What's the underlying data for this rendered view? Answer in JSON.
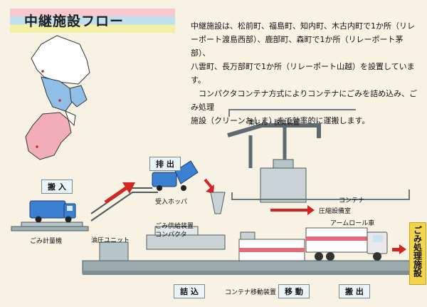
{
  "title": "中継施設フロー",
  "description": [
    "中継施設は、松前町、福島町、知内町、木古内町で1か所（リレ",
    "ーポート渡島西部）、鹿部町、森町で1か所（リレーポート茅部）、",
    "八雲町、長万部町で1か所（リレーポート山越）を設置しています。",
    "　コンパクタコンテナ方式によりコンテナにごみを詰め込み、ごみ処理",
    "施設（クリーンおしま）まで効率的に運搬します。"
  ],
  "labels": {
    "dust_deodor": "集じん・脱臭装置",
    "container": "コンテナ",
    "press_crane": "圧縮設備室",
    "arm_roll": "アームロール車",
    "hopper": "受入ホッパ",
    "supply_compactor_1": "ごみ供給装置",
    "supply_compactor_2": "コンパクタ",
    "hydraulic": "油圧ユニット",
    "scale": "ごみ計量機",
    "container_move": "コンテナ移動装置"
  },
  "stages": {
    "carry_in": "搬 入",
    "discharge": "排 出",
    "pack": "詰 込",
    "move": "移 動",
    "carry_out": "搬 出"
  },
  "side_label": "ごみ処理施設",
  "colors": {
    "accent_red": "#d42525",
    "truck_blue": "#3a7fd0",
    "map_blue": "#8fbfe6",
    "map_pink": "#f1aeb9",
    "side_yellow": "#f1d54b"
  }
}
